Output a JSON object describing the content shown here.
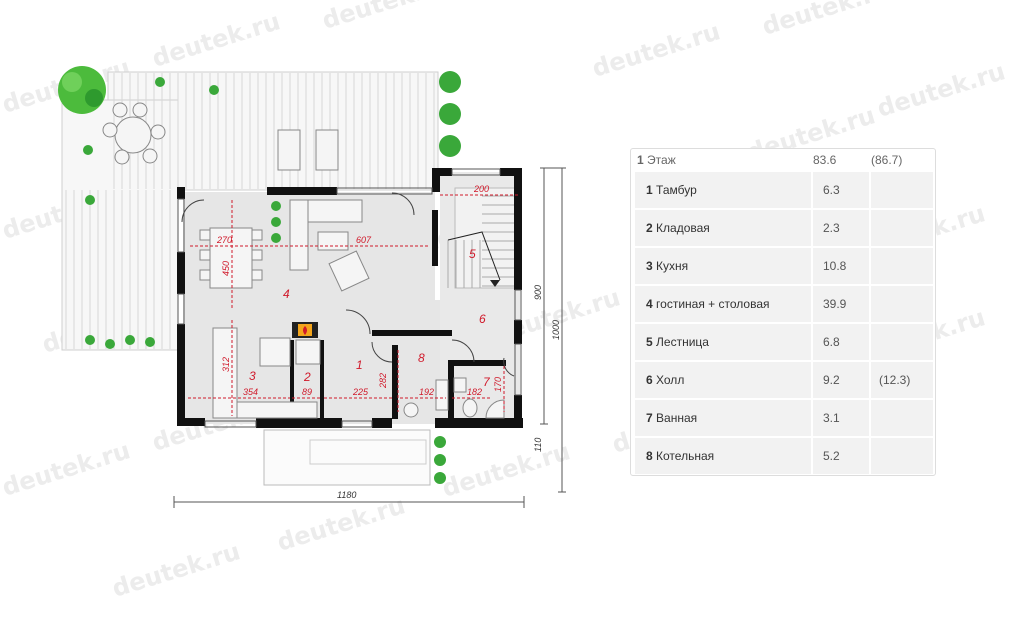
{
  "watermark": "deutek.ru",
  "plan": {
    "room_numbers": [
      "1",
      "2",
      "3",
      "4",
      "5",
      "6",
      "7",
      "8"
    ],
    "dimensions": {
      "d200": "200",
      "d270": "270",
      "d607": "607",
      "d450": "450",
      "d312": "312",
      "d282": "282",
      "d354": "354",
      "d89": "89",
      "d225": "225",
      "d192": "192",
      "d182": "182",
      "d170": "170",
      "d900": "900",
      "d1000": "1000",
      "d110": "110",
      "d1180": "1180"
    }
  },
  "table": {
    "header": {
      "number": "1",
      "name": "Этаж",
      "area": "83.6",
      "area_total": "(86.7)"
    },
    "rooms": [
      {
        "number": "1",
        "name": "Тамбур",
        "area": "6.3",
        "extra": ""
      },
      {
        "number": "2",
        "name": "Кладовая",
        "area": "2.3",
        "extra": ""
      },
      {
        "number": "3",
        "name": "Кухня",
        "area": "10.8",
        "extra": ""
      },
      {
        "number": "4",
        "name": "гостиная + столовая",
        "area": "39.9",
        "extra": ""
      },
      {
        "number": "5",
        "name": "Лестница",
        "area": "6.8",
        "extra": ""
      },
      {
        "number": "6",
        "name": "Холл",
        "area": "9.2",
        "extra": "(12.3)"
      },
      {
        "number": "7",
        "name": "Ванная",
        "area": "3.1",
        "extra": ""
      },
      {
        "number": "8",
        "name": "Котельная",
        "area": "5.2",
        "extra": ""
      }
    ]
  },
  "colors": {
    "wall": "#111111",
    "dimension": "#d0192a",
    "plants": "#3aa83a",
    "floor": "#e6e6e6",
    "terrace": "#f7f7f7"
  }
}
